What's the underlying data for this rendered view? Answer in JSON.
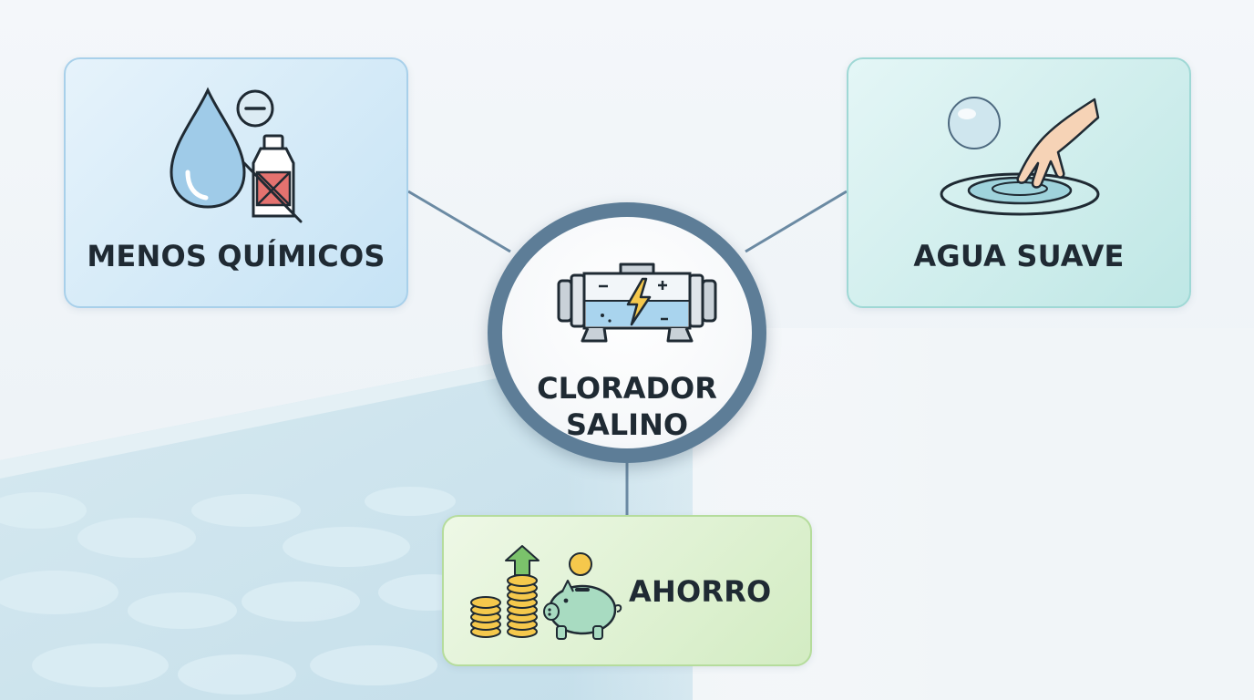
{
  "center": {
    "line1": "CLORADOR",
    "line2": "SALINO",
    "icon": "salt-chlorinator-cell-icon"
  },
  "nodes": [
    {
      "id": "chemicals",
      "label": "MENOS QUÍMICOS",
      "icon": "water-drop-no-chemicals-icon"
    },
    {
      "id": "water",
      "label": "AGUA SUAVE",
      "icon": "hand-touching-water-icon"
    },
    {
      "id": "savings",
      "label": "AHORRO",
      "icon": "coins-piggy-bank-icon"
    }
  ],
  "colors": {
    "ring": "#5d7d97",
    "connector": "#6b8aa3",
    "chemicals_card": "#c6e3f5",
    "water_card": "#bfe7e5",
    "savings_card": "#d3ecc3"
  }
}
